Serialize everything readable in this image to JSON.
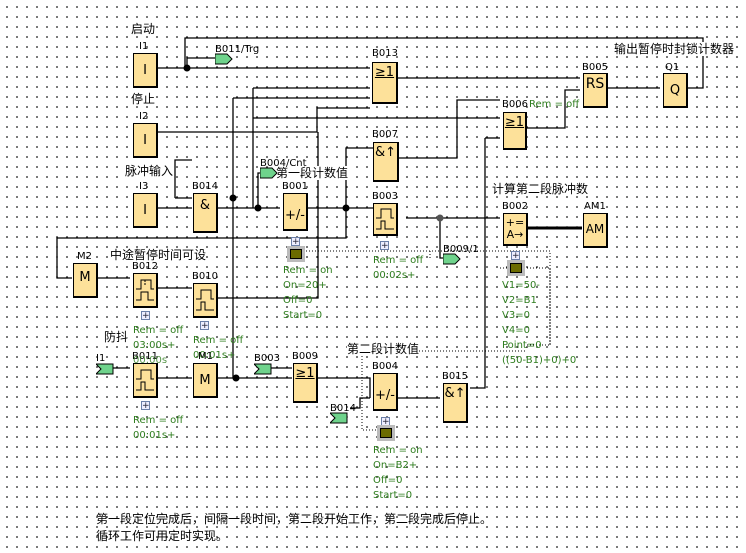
{
  "annotations": {
    "start": "启动",
    "stop": "停止",
    "pulse_input": "脉冲输入",
    "pause_time": "中途暂停时间可设",
    "debounce": "防抖",
    "stage1_count": "第一段计数值",
    "stage2_count": "第二段计数值",
    "calc_stage2": "计算第二段脉冲数",
    "output_lock": "输出暂停时封锁计数器"
  },
  "blocks": {
    "I1": {
      "name": "I1",
      "symbol": "I"
    },
    "I2": {
      "name": "I2",
      "symbol": "I"
    },
    "I3": {
      "name": "I3",
      "symbol": "I"
    },
    "B014": {
      "name": "B014",
      "symbol": "&"
    },
    "B013": {
      "name": "B013",
      "symbol": "≥1"
    },
    "B007": {
      "name": "B007",
      "symbol": "&↑"
    },
    "B006": {
      "name": "B006",
      "symbol": "≥1",
      "param": "Rem = off"
    },
    "B005": {
      "name": "B005",
      "symbol": "RS"
    },
    "Q1": {
      "name": "Q1",
      "symbol": "Q"
    },
    "B001": {
      "name": "B001",
      "symbol": "+/-",
      "params": [
        "Rem = on",
        "On=20+",
        "Off=0",
        "Start=0"
      ]
    },
    "B003": {
      "name": "B003",
      "symbol": "pulse",
      "params": [
        "Rem = off",
        "00:02s+"
      ]
    },
    "B002": {
      "name": "B002",
      "symbol": "+= A→",
      "params": [
        "V1=50-",
        "V2=B1",
        "V3=0",
        "V4=0",
        "Point=0",
        "((50-B1)+0)+0"
      ]
    },
    "AM1": {
      "name": "AM1",
      "symbol": "AM"
    },
    "M2": {
      "name": "M2",
      "symbol": "M"
    },
    "B012": {
      "name": "B012",
      "symbol": "pulse",
      "params": [
        "Rem = off",
        "03:00s+"
      ]
    },
    "B010": {
      "name": "B010",
      "symbol": "pulse",
      "params": [
        "Rem = off",
        "00:01s+"
      ]
    },
    "B011": {
      "name": "B011",
      "symbol": "pulse",
      "params": [
        "Rem = off",
        "00:01s+"
      ],
      "overlap": "00:00s"
    },
    "M1": {
      "name": "M1",
      "symbol": "M"
    },
    "B009": {
      "name": "B009",
      "symbol": "≥1"
    },
    "B004": {
      "name": "B004",
      "symbol": "+/-",
      "params": [
        "Rem = on",
        "On=B2+",
        "Off=0",
        "Start=0"
      ]
    },
    "B015": {
      "name": "B015",
      "symbol": "&↑"
    }
  },
  "connectors": {
    "b011_trg": "B011/Trg",
    "b004_cnt": "B004/Cnt",
    "b009_1": "B009/1",
    "i1_in": "I1",
    "b003_in": "B003",
    "b014_in": "B014"
  },
  "footer": {
    "line1": "第一段定位完成后，间隔一段时间，第二段开始工作，第二段完成后停止。",
    "line2": "循环工作可用定时实现。"
  }
}
